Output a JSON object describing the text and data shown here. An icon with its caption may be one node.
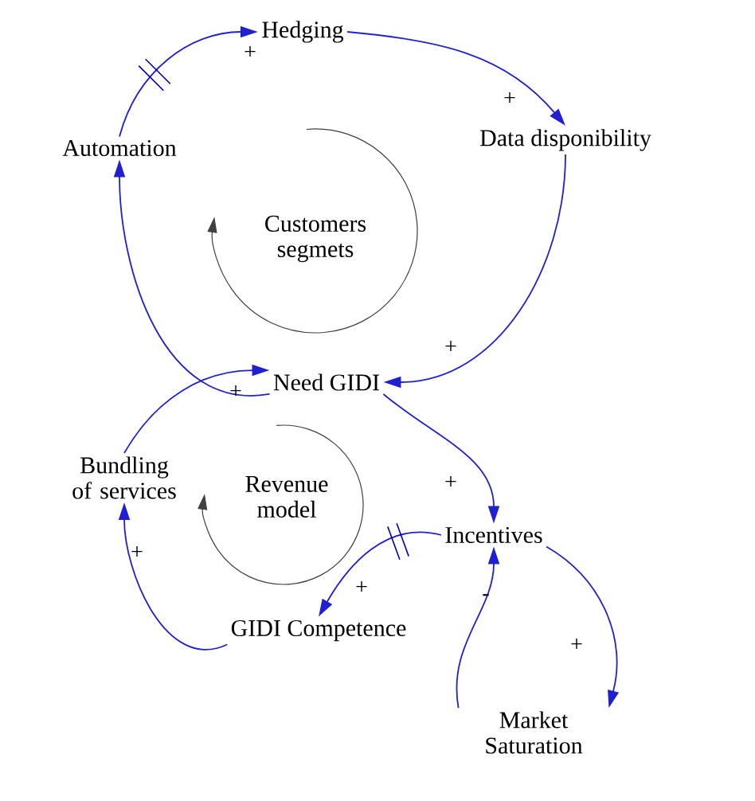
{
  "diagram": {
    "nodes": [
      {
        "text": [
          "Hedging"
        ]
      },
      {
        "text": [
          "Automation"
        ]
      },
      {
        "text": [
          "Data disponibility"
        ]
      },
      {
        "text": [
          "Need GIDI"
        ]
      },
      {
        "text": [
          "Bundling of services"
        ]
      },
      {
        "text": [
          "Incentives"
        ]
      },
      {
        "text": [
          "GIDI Competence"
        ]
      },
      {
        "text": [
          "Market Saturation"
        ]
      }
    ],
    "edges": [
      {
        "from": 1,
        "to": 0,
        "arrow": "to",
        "label": "+"
      },
      {
        "from": 0,
        "to": 2,
        "arrow": "to",
        "label": "+"
      },
      {
        "from": 2,
        "to": 3,
        "arrow": "to",
        "label": "+"
      },
      {
        "from": 3,
        "to": 1,
        "arrow": "to"
      },
      {
        "from": 4,
        "to": 3,
        "arrow": "to",
        "label": "+"
      },
      {
        "from": 3,
        "to": 5,
        "arrow": "to",
        "label": "+"
      },
      {
        "from": 5,
        "to": 6,
        "arrow": "to",
        "label": "+"
      },
      {
        "from": 6,
        "to": 4,
        "arrow": "to",
        "label": "+"
      },
      {
        "from": 5,
        "to": 7,
        "arrow": "to",
        "label": "+"
      },
      {
        "from": 7,
        "to": 5,
        "arrow": "to",
        "label": "-"
      }
    ],
    "labels": [
      "Customers segmets",
      "Revenue model"
    ]
  }
}
